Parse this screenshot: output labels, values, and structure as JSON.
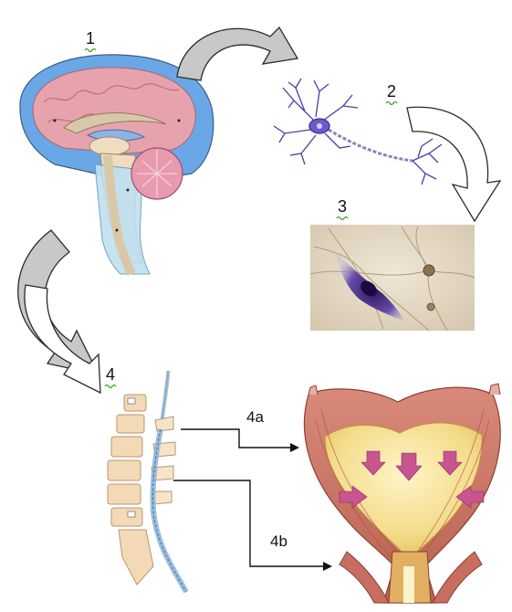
{
  "labels": {
    "brain": "1",
    "neuron": "2",
    "cell_photo": "3",
    "spine": "4",
    "path_upper": "4a",
    "path_lower": "4b"
  },
  "colors": {
    "arrow_fill": "#c8c8c8",
    "arrow_stroke": "#2a2a2a",
    "csf_blue": "#6aa7e6",
    "brain_pink": "#e7a3ad",
    "neuron_purple": "#4a3ea8",
    "bladder_yellow": "#f3dc8a",
    "bladder_muscle": "#c86e60",
    "pressure_arrow": "#c8558f",
    "spine_bone": "#f3d9b5"
  }
}
